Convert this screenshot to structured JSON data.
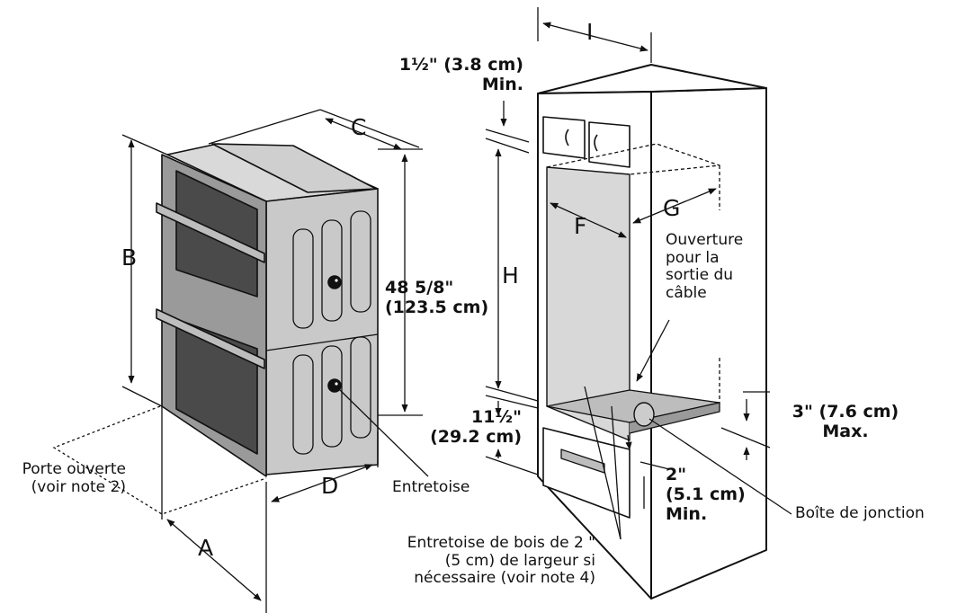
{
  "dimension_letters": {
    "a": "A",
    "b": "B",
    "c": "C",
    "d": "D",
    "f": "F",
    "g": "G",
    "h": "H",
    "i": "I"
  },
  "oven_height": {
    "line1": "48 5/8\"",
    "line2": "(123.5 cm)"
  },
  "top_clearance": {
    "line1": "1½\" (3.8 cm)",
    "line2": "Min."
  },
  "bottom_height": {
    "line1": "11½\"",
    "line2": "(29.2 cm)"
  },
  "support_height": {
    "line1": "2\"",
    "line2": "(5.1 cm)",
    "line3": "Min."
  },
  "junction_distance": {
    "line1": "3\" (7.6 cm)",
    "line2": "Max."
  },
  "labels": {
    "door_open_1": "Porte ouverte",
    "door_open_2": "(voir note 2)",
    "spacer": "Entretoise",
    "cable_1": "Ouverture",
    "cable_2": "pour la",
    "cable_3": "sortie du",
    "cable_4": "câble",
    "junction_box": "Boîte de jonction",
    "wood_1": "Entretoise de bois de 2 \"",
    "wood_2": "(5 cm) de largeur si",
    "wood_3": "nécessaire (voir note 4)"
  },
  "colors": {
    "line": "#111111",
    "oven_side": "#c9c9c9",
    "oven_top": "#d9d9d9",
    "oven_front": "#9a9a9a",
    "glass": "#4a4a4a",
    "cutout": "#d8d8d8",
    "cabinet": "#ffffff"
  }
}
